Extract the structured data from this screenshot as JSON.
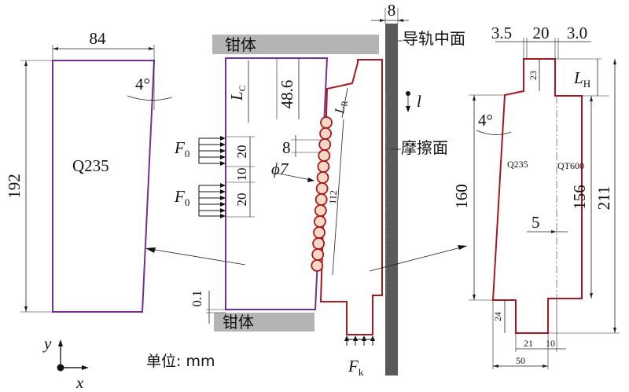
{
  "colors": {
    "pad_outline": "#7a2f8f",
    "caliper_outline": "#a8181e",
    "clamp_block": "#b4b4b4",
    "rail": "#5a5a5a",
    "ball_fill": "#f6d9c4"
  },
  "left_pad": {
    "width_dim": "84",
    "height_dim": "192",
    "angle": "4°",
    "material": "Q235"
  },
  "middle": {
    "clamp_top": "钳体",
    "clamp_bottom": "钳体",
    "rail_width": "8",
    "rail_label": "导轨中面",
    "friction_label": "摩擦面",
    "dim_48_6": "48.6",
    "lc_main": "L",
    "lc_sub": "C",
    "lr_main": "L",
    "lr_sub": "R",
    "dim_8": "8",
    "dim_phi7": "ϕ7",
    "dim_112": "112",
    "dim_20a": "20",
    "dim_10": "10",
    "dim_20b": "20",
    "dim_0_1": "0.1",
    "f0_main": "F",
    "f0_sub": "0",
    "fk_main": "F",
    "fk_sub": "k",
    "l_label": "l"
  },
  "right_part": {
    "dim_3_5": "3.5",
    "dim_20": "20",
    "dim_3_0": "3.0",
    "dim_23": "23",
    "lh_main": "L",
    "lh_sub": "H",
    "angle": "4°",
    "material_left": "Q235",
    "material_right": "QT600",
    "dim_160": "160",
    "dim_156": "156",
    "dim_211": "211",
    "dim_5": "5",
    "dim_24": "24",
    "dim_21": "21",
    "dim_10": "10",
    "dim_50": "50"
  },
  "axes": {
    "y": "y",
    "x": "x"
  },
  "unit_label": "单位: mm"
}
